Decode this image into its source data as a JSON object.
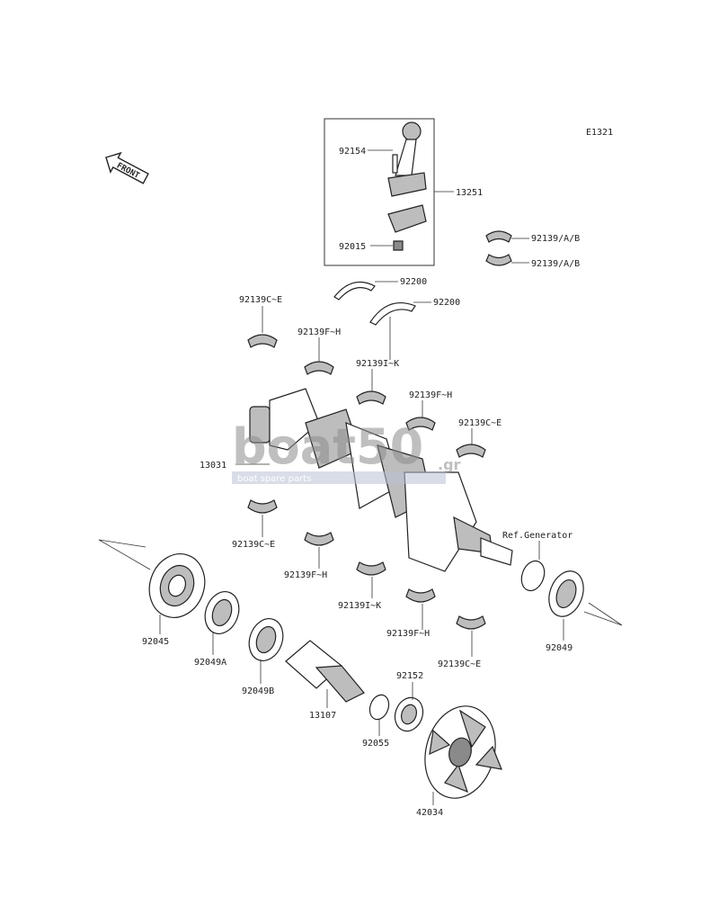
{
  "diagram": {
    "code": "E1321",
    "front_label": "FRONT",
    "watermark": {
      "brand": "boat50",
      "suffix": ".gr",
      "tagline": "boat spare parts"
    },
    "labels": [
      {
        "id": "92154",
        "text": "92154"
      },
      {
        "id": "13251",
        "text": "13251"
      },
      {
        "id": "92015",
        "text": "92015"
      },
      {
        "id": "92139ab-1",
        "text": "92139/A/B"
      },
      {
        "id": "92139ab-2",
        "text": "92139/A/B"
      },
      {
        "id": "92200-1",
        "text": "92200"
      },
      {
        "id": "92200-2",
        "text": "92200"
      },
      {
        "id": "92139ce-1",
        "text": "92139C~E"
      },
      {
        "id": "92139fh-1",
        "text": "92139F~H"
      },
      {
        "id": "92139ik-1",
        "text": "92139I~K"
      },
      {
        "id": "92139fh-2",
        "text": "92139F~H"
      },
      {
        "id": "92139ce-2",
        "text": "92139C~E"
      },
      {
        "id": "13031",
        "text": "13031"
      },
      {
        "id": "92139ce-3",
        "text": "92139C~E"
      },
      {
        "id": "92139fh-3",
        "text": "92139F~H"
      },
      {
        "id": "92139ik-2",
        "text": "92139I~K"
      },
      {
        "id": "92139fh-4",
        "text": "92139F~H"
      },
      {
        "id": "92139ce-4",
        "text": "92139C~E"
      },
      {
        "id": "ref-gen",
        "text": "Ref.Generator"
      },
      {
        "id": "92045",
        "text": "92045"
      },
      {
        "id": "92049a",
        "text": "92049A"
      },
      {
        "id": "92049b",
        "text": "92049B"
      },
      {
        "id": "13107",
        "text": "13107"
      },
      {
        "id": "92152",
        "text": "92152"
      },
      {
        "id": "92055",
        "text": "92055"
      },
      {
        "id": "92049",
        "text": "92049"
      },
      {
        "id": "42034",
        "text": "42034"
      }
    ]
  }
}
